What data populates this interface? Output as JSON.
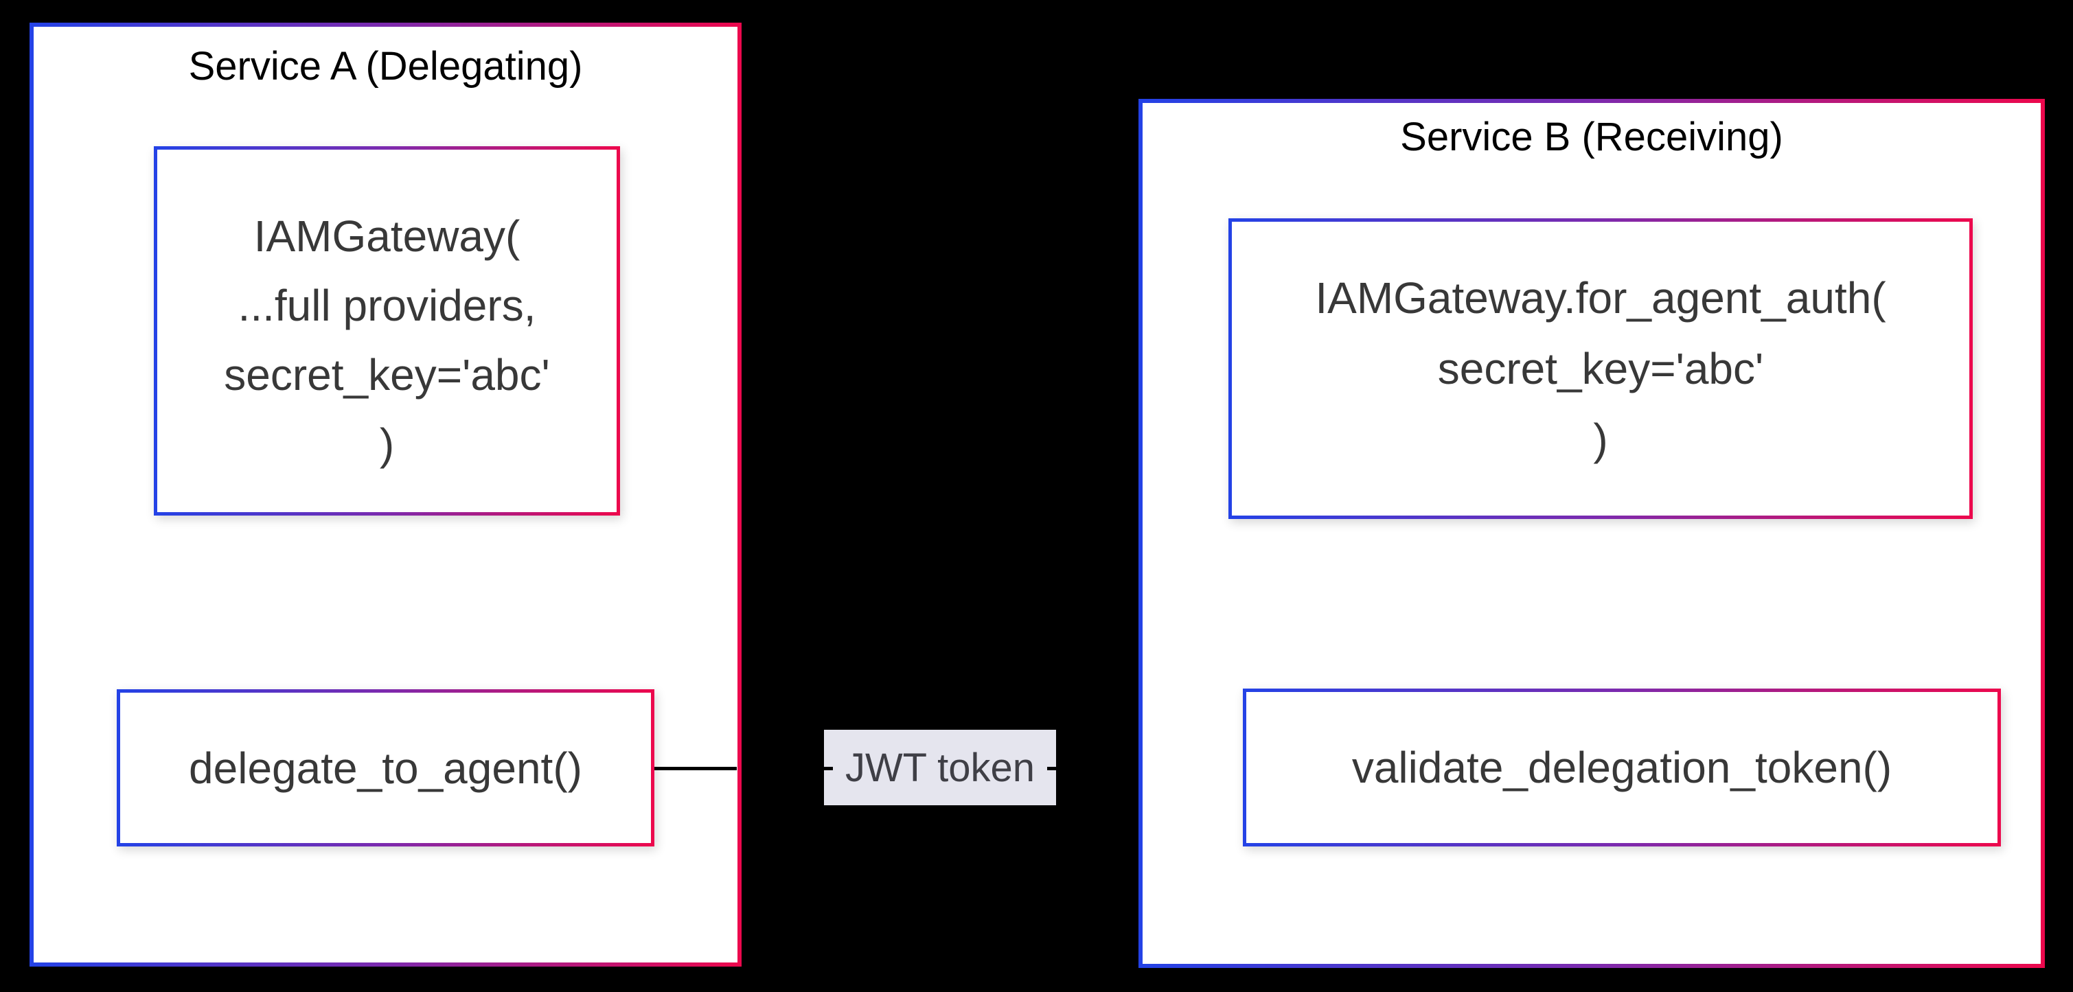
{
  "colors": {
    "background": "#000000",
    "grad_blue": "#2442e6",
    "grad_purple": "#7c2aae",
    "grad_red": "#ec084d",
    "title_text": "#000000",
    "code_text": "#383838",
    "line_color": "#000000",
    "edge_label_bg": "#e5e5ee",
    "edge_label_text": "#3f3f46"
  },
  "service_a": {
    "title": "Service A (Delegating)",
    "gateway_box": {
      "lines": [
        "IAMGateway(",
        "...full providers,",
        "secret_key='abc'",
        ")"
      ]
    },
    "method_box": {
      "label": "delegate_to_agent()"
    }
  },
  "service_b": {
    "title": "Service B (Receiving)",
    "gateway_box": {
      "lines": [
        "IAMGateway.for_agent_auth(",
        "secret_key='abc'",
        ")"
      ]
    },
    "method_box": {
      "label": "validate_delegation_token()"
    }
  },
  "edge": {
    "label": "JWT token"
  }
}
